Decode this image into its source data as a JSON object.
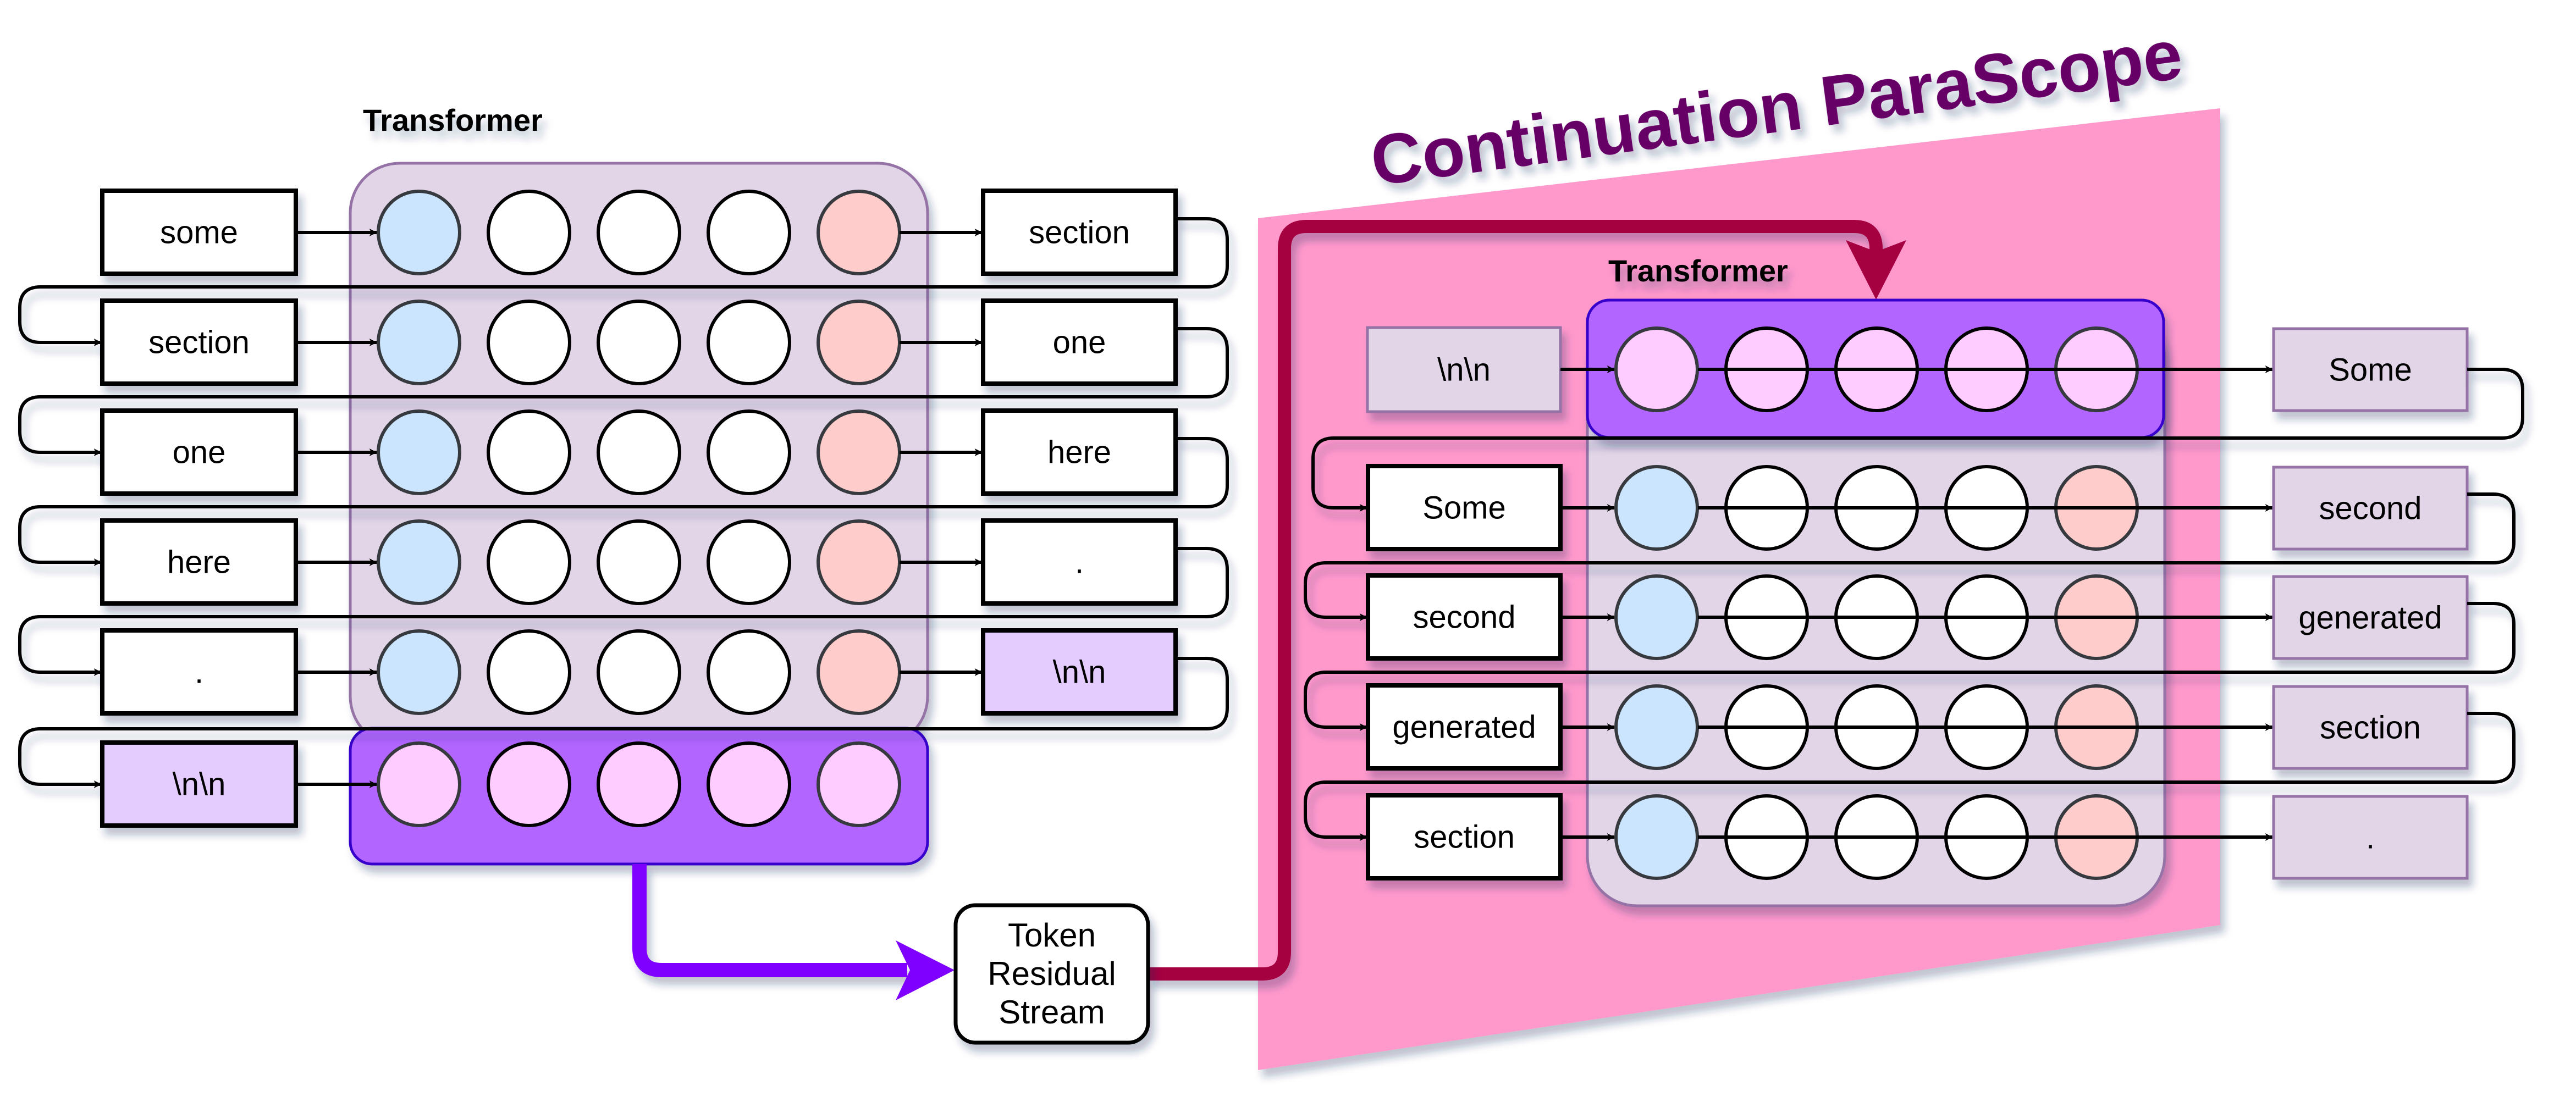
{
  "colors": {
    "panel_fill": "#E1D5E7",
    "panel_stroke": "#9673A6",
    "final_layer_fill": "#B266FF",
    "final_layer_stroke": "#3700CC",
    "neuron_first_fill": "#CCE5FF",
    "neuron_last_fill": "#FFCCCC",
    "neuron_mid_fill": "#FFFFFF",
    "neuron_final_fill": "#FFCCFF",
    "neuron_stroke": "#000000",
    "neuron_edge_stroke": "#36393D",
    "token_fill": "#FFFFFF",
    "token_highlight_fill": "#E5CCFF",
    "token_muted_fill": "#E1D5E7",
    "parascope_fill": "#FF99CC",
    "title_color": "#660066",
    "stream_arrow": "#7F00FF",
    "inject_arrow": "#A50040",
    "connector": "#000000"
  },
  "left_model": {
    "label": "Transformer",
    "rows": [
      {
        "input": "some",
        "output": "section"
      },
      {
        "input": "section",
        "output": "one"
      },
      {
        "input": "one",
        "output": "here"
      },
      {
        "input": "here",
        "output": "."
      },
      {
        "input": ".",
        "output": "\\n\\n",
        "output_highlight": true
      },
      {
        "input": "\\n\\n",
        "input_highlight": true,
        "final_layer": true
      }
    ]
  },
  "residual_stream": {
    "lines": [
      "Token",
      "Residual",
      "Stream"
    ]
  },
  "parascope": {
    "title": "Continuation ParaScope",
    "model_label": "Transformer",
    "rows": [
      {
        "input": "\\n\\n",
        "input_muted": true,
        "output": "Some",
        "final_layer": true
      },
      {
        "input": "Some",
        "output": "second"
      },
      {
        "input": "second",
        "output": "generated"
      },
      {
        "input": "generated",
        "output": "section"
      },
      {
        "input": "section",
        "output": "."
      }
    ]
  }
}
